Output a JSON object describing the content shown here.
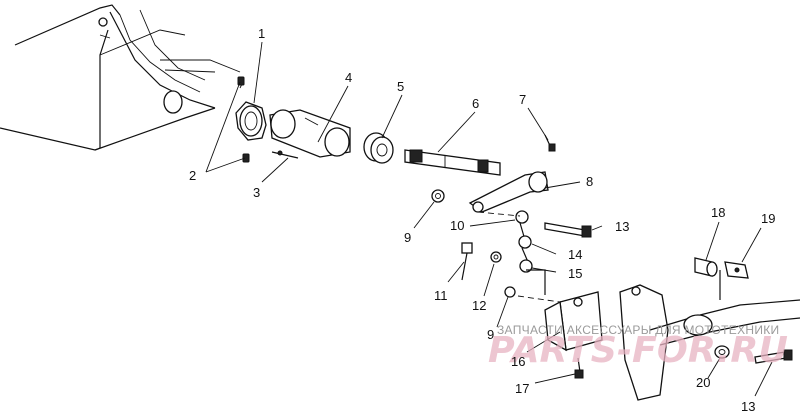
{
  "callouts": {
    "c1": "1",
    "c2": "2",
    "c3": "3",
    "c4": "4",
    "c5": "5",
    "c6": "6",
    "c7": "7",
    "c8": "8",
    "c9a": "9",
    "c9b": "9",
    "c10": "10",
    "c11": "11",
    "c12": "12",
    "c13a": "13",
    "c13b": "13",
    "c14": "14",
    "c15": "15",
    "c16": "16",
    "c17": "17",
    "c18": "18",
    "c19": "19",
    "c20": "20"
  },
  "watermark": {
    "caption": "ЗАПЧАСТИ АКСЕССУАРЫ ДЛЯ МОТОТЕХНИКИ",
    "logo": "PARTS-FOR.RU"
  }
}
